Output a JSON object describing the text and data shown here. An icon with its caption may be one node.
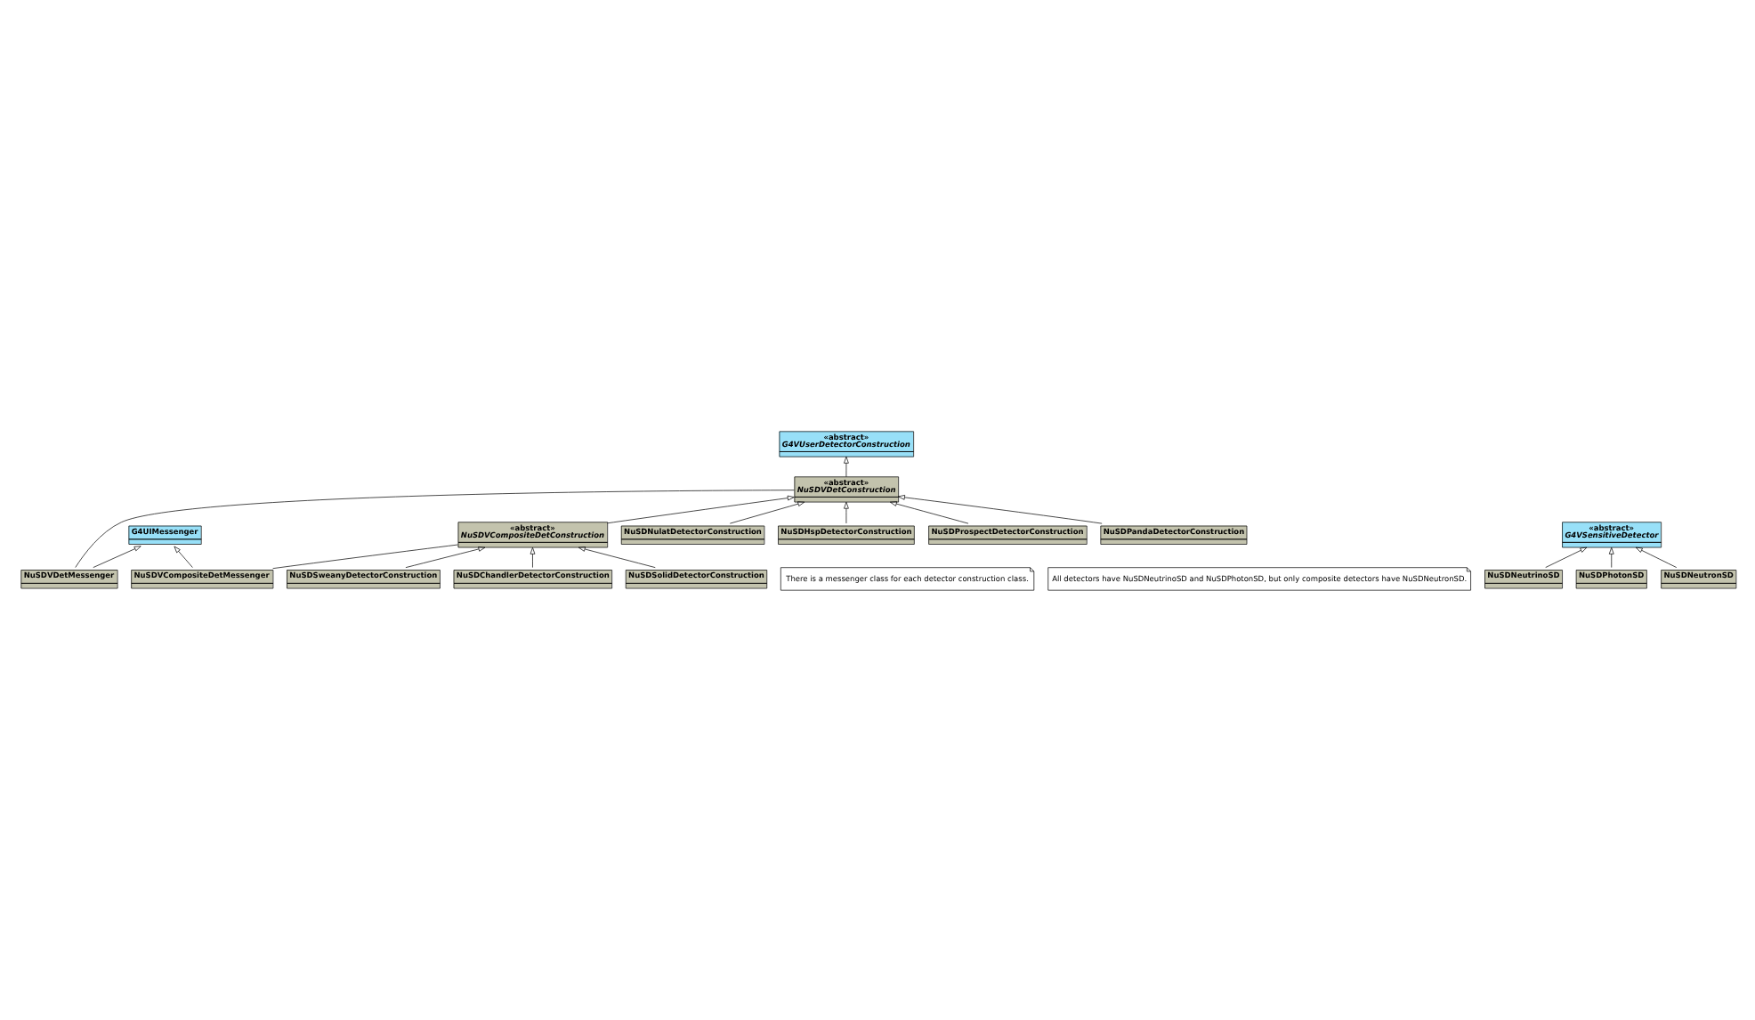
{
  "diagram": {
    "nodes": [
      {
        "text": [
          "«abstract»",
          "G4VUserDetectorConstruction"
        ]
      },
      {
        "text": [
          "There is a messenger class for each detector construction class."
        ]
      },
      {
        "text": [
          "«abstract»",
          "NuSDVDetConstruction"
        ]
      },
      {
        "text": [
          "NuSDVDetMessenger"
        ]
      },
      {
        "text": [
          "G4UIMessenger"
        ]
      },
      {
        "text": [
          "NuSDNulatDetectorConstruction"
        ]
      },
      {
        "text": [
          "«abstract»",
          "NuSDVCompositeDetConstruction"
        ]
      },
      {
        "text": [
          "NuSDVCompositeDetMessenger"
        ]
      },
      {
        "text": [
          "NuSDHspDetectorConstruction"
        ]
      },
      {
        "text": [
          "NuSDProspectDetectorConstruction"
        ]
      },
      {
        "text": [
          "NuSDPandaDetectorConstruction"
        ]
      },
      {
        "text": [
          "NuSDSweanyDetectorConstruction"
        ]
      },
      {
        "text": [
          "NuSDChandlerDetectorConstruction"
        ]
      },
      {
        "text": [
          "NuSDSolidDetectorConstruction"
        ]
      },
      {
        "text": [
          "All detectors have NuSDNeutrinoSD and NuSDPhotonSD, but only composite detectors have NuSDNeutronSD."
        ]
      },
      {
        "text": [
          "NuSDNeutrinoSD"
        ]
      },
      {
        "text": [
          "NuSDPhotonSD"
        ]
      },
      {
        "text": [
          "NuSDNeutronSD"
        ]
      },
      {
        "text": [
          "«abstract»",
          "G4VSensitiveDetector"
        ]
      }
    ],
    "edges": [
      {
        "from": 2,
        "to": 0,
        "arrow": "to"
      },
      {
        "from": 2,
        "to": 3,
        "arrow": "none"
      },
      {
        "from": 3,
        "to": 4,
        "arrow": "to"
      },
      {
        "from": 6,
        "to": 2,
        "arrow": "to"
      },
      {
        "from": 6,
        "to": 7,
        "arrow": "none"
      },
      {
        "from": 7,
        "to": 4,
        "arrow": "to"
      },
      {
        "from": 5,
        "to": 2,
        "arrow": "to"
      },
      {
        "from": 8,
        "to": 2,
        "arrow": "to"
      },
      {
        "from": 9,
        "to": 2,
        "arrow": "to"
      },
      {
        "from": 10,
        "to": 2,
        "arrow": "to"
      },
      {
        "from": 11,
        "to": 6,
        "arrow": "to"
      },
      {
        "from": 12,
        "to": 6,
        "arrow": "to"
      },
      {
        "from": 13,
        "to": 6,
        "arrow": "to"
      },
      {
        "from": 15,
        "to": 18,
        "arrow": "to"
      },
      {
        "from": 16,
        "to": 18,
        "arrow": "to"
      },
      {
        "from": 17,
        "to": 18,
        "arrow": "to"
      }
    ]
  }
}
